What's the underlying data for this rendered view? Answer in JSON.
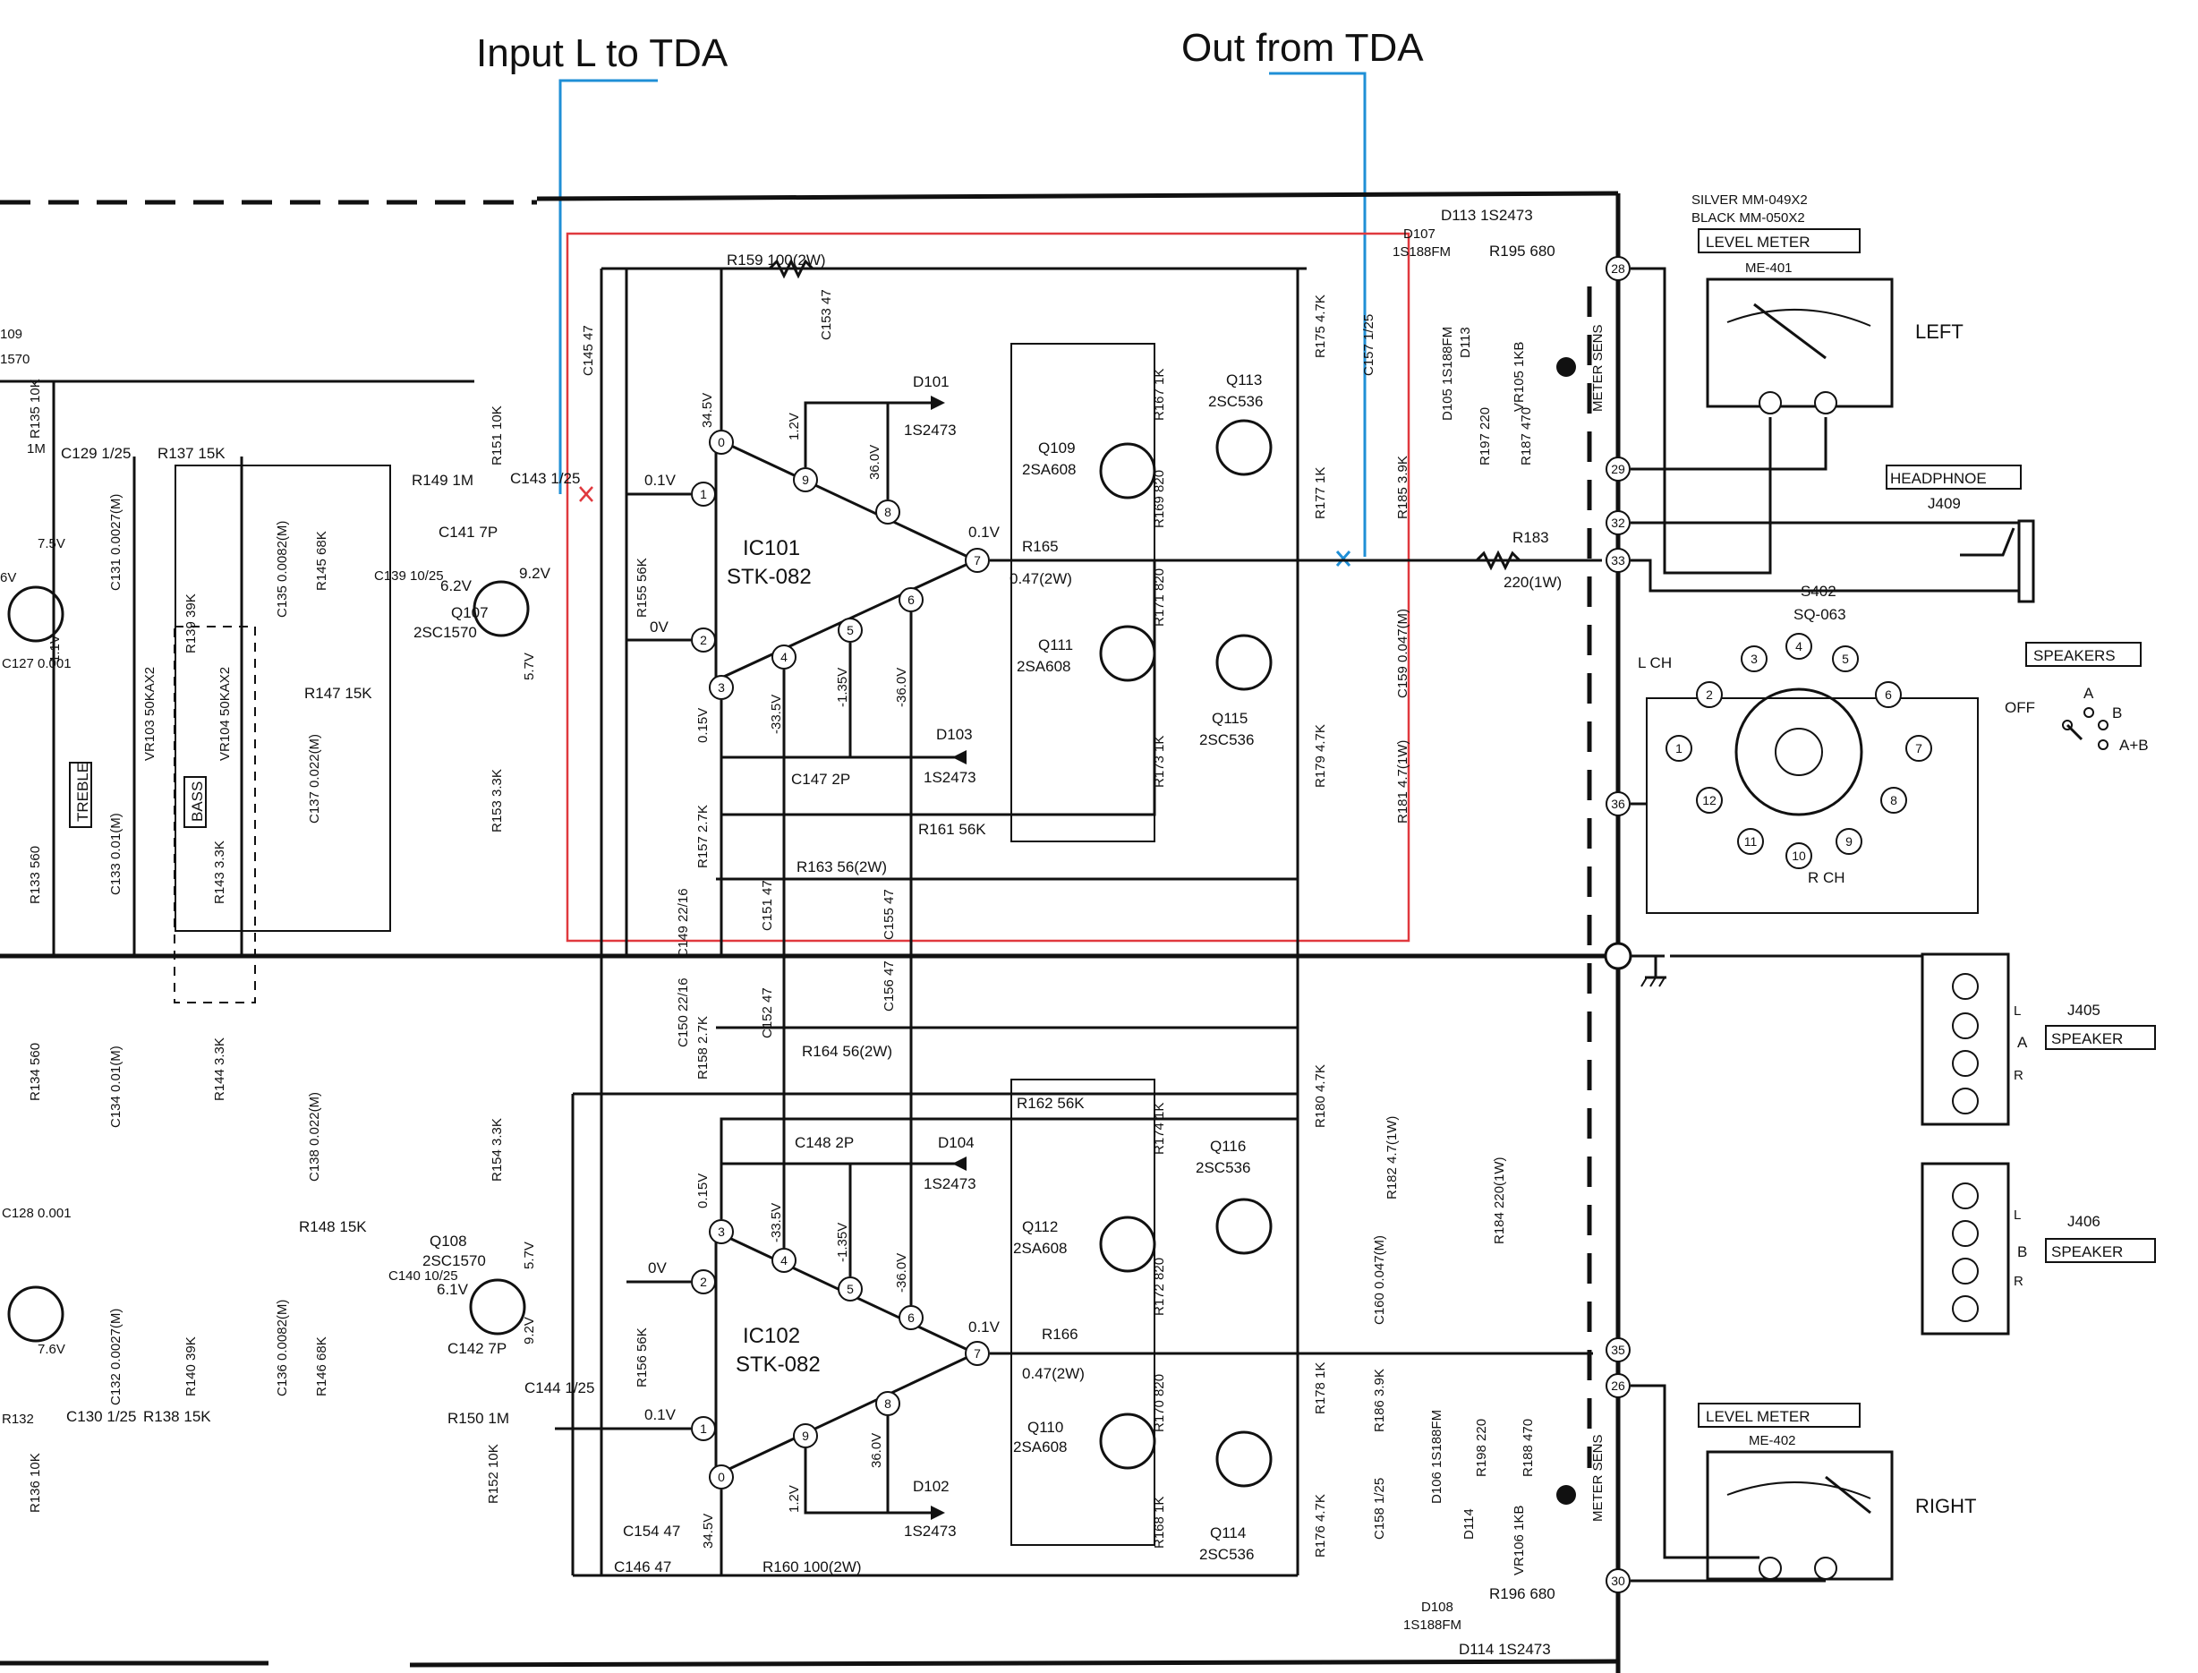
{
  "annotations": {
    "input_label": "Input L to TDA",
    "output_label": "Out from TDA"
  },
  "ic_upper": {
    "ref": "IC101",
    "part": "STK-082",
    "pin_volts": [
      "0.1V",
      "0V",
      "0.15V",
      "34.5V",
      "1.2V",
      "36.0V",
      "-1.35V",
      "-36.0V",
      "-33.5V",
      "0.1V"
    ]
  },
  "ic_lower": {
    "ref": "IC102",
    "part": "STK-082",
    "pin_volts": [
      "0V",
      "0.1V",
      "0.15V",
      "34.5V",
      "1.2V",
      "36.0V",
      "-1.35V",
      "-36.0V",
      "-33.5V",
      "0.1V"
    ]
  },
  "upper_parts": {
    "r159": "R159 100(2W)",
    "c145": "C145 47",
    "c153": "C153 47",
    "d101": "D101",
    "d101_type": "1S2473",
    "r149": "R149 1M",
    "r151": "R151 10K",
    "c143": "C143 1/25",
    "c141": "C141 7P",
    "c139": "C139 10/25",
    "q107": "Q107",
    "q107_type": "2SC1570",
    "v62": "6.2V",
    "v92": "9.2V",
    "v57": "5.7V",
    "r155": "R155 56K",
    "r153": "R153 3.3K",
    "r147": "R147 15K",
    "r157": "R157 2.7K",
    "c147": "C147 2P",
    "d103": "D103",
    "d103_type": "1S2473",
    "r161": "R161 56K",
    "r163": "R163 56(2W)",
    "c149": "C149 22/16",
    "c151": "C151 47",
    "c155": "C155 47",
    "q109": "Q109",
    "q109_type": "2SA608",
    "q111": "Q111",
    "q111_type": "2SA608",
    "q113": "Q113",
    "q113_type": "2SC536",
    "q115": "Q115",
    "q115_type": "2SC536",
    "r165": "R165",
    "r165_val": "0.47(2W)",
    "r167": "R167 1K",
    "r169": "R169 820",
    "r171": "R171 820",
    "r173": "R173 1K",
    "r175": "R175 4.7K",
    "r177": "R177 1K",
    "r179": "R179 4.7K",
    "c157": "C157 1/25",
    "r185": "R185 3.9K",
    "c159": "C159 0.047(M)",
    "r181": "R181 4.7(1W)",
    "r183": "R183",
    "r183_val": "220(1W)",
    "d107": "D107",
    "d107_type": "1S188FM",
    "d113": "D113 1S2473",
    "r195": "R195 680",
    "vr105": "VR105 1KB",
    "r197": "R197 220",
    "r187": "R187 470",
    "meter_sens": "METER SENS",
    "d105": "D105 1S188FM",
    "d113b": "D113"
  },
  "lower_parts": {
    "r160": "R160 100(2W)",
    "c154": "C154 47",
    "c146": "C146 47",
    "d102": "D102",
    "d102_type": "1S2473",
    "r150": "R150 1M",
    "r152": "R152 10K",
    "c144": "C144 1/25",
    "c142": "C142 7P",
    "c140": "C140 10/25",
    "q108": "Q108",
    "q108_type": "2SC1570",
    "v61": "6.1V",
    "v92": "9.2V",
    "v57": "5.7V",
    "r156": "R156 56K",
    "r154": "R154 3.3K",
    "r148": "R148 15K",
    "r158": "R158 2.7K",
    "c148": "C148 2P",
    "d104": "D104",
    "d104_type": "1S2473",
    "r162": "R162 56K",
    "r164": "R164 56(2W)",
    "c150": "C150 22/16",
    "c152": "C152 47",
    "c156": "C156 47",
    "q110": "Q110",
    "q110_type": "2SA608",
    "q112": "Q112",
    "q112_type": "2SA608",
    "q114": "Q114",
    "q114_type": "2SC536",
    "q116": "Q116",
    "q116_type": "2SC536",
    "r166": "R166",
    "r166_val": "0.47(2W)",
    "r168": "R168 1K",
    "r170": "R170 820",
    "r172": "R172 820",
    "r174": "R174 1K",
    "r176": "R176 4.7K",
    "r178": "R178 1K",
    "r180": "R180 4.7K",
    "c158": "C158 1/25",
    "r186": "R186 3.9K",
    "c160": "C160 0.047(M)",
    "r182": "R182 4.7(1W)",
    "r184": "R184 220(1W)",
    "d108": "D108",
    "d108_type": "1S188FM",
    "d114": "D114 1S2473",
    "r196": "R196 680",
    "vr106": "VR106 1KB",
    "r198": "R198 220",
    "r188": "R188 470",
    "meter_sens": "METER SENS",
    "d106": "D106 1S188FM",
    "d114b": "D114"
  },
  "tone": {
    "treble": "TREBLE",
    "bass": "BASS",
    "vr103": "VR103 50KAX2",
    "vr104": "VR104 50KAX2",
    "r139": "R139 39K",
    "r140": "R140 39K",
    "r137": "R137 15K",
    "r138": "R138 15K",
    "c129": "C129 1/25",
    "c130": "C130 1/25",
    "c131": "C131 0.0027(M)",
    "c132": "C132 0.0027(M)",
    "c135": "C135 0.0082(M)",
    "c136": "C136 0.0082(M)",
    "r145": "R145 68K",
    "r146": "R146 68K",
    "c137": "C137 0.022(M)",
    "c138": "C138 0.022(M)",
    "c133": "C133 0.01(M)",
    "c134": "C134 0.01(M)",
    "r143": "R143 3.3K",
    "r144": "R144 3.3K",
    "r133": "R133 560",
    "r134": "R134 560",
    "r135": "R135 10K",
    "r136": "R136 10K",
    "c127": "C127 0.001",
    "c128": "C128 0.001",
    "r132": "R132",
    "v75": "7.5V",
    "v11": "1.1V",
    "v76": "7.6V",
    "v6": "6V",
    "d109": "109",
    "d109b": "1570",
    "im": "1M"
  },
  "right_section": {
    "meter_models_silver": "SILVER MM-049X2",
    "meter_models_black": "BLACK MM-050X2",
    "level_meter": "LEVEL METER",
    "me401": "ME-401",
    "me402": "ME-402",
    "left": "LEFT",
    "right": "RIGHT",
    "headphone_box": "HEADPHNOE",
    "j409": "J409",
    "s402": "S402",
    "sq063": "SQ-063",
    "lch": "L CH",
    "rch": "R CH",
    "speakers_box": "SPEAKERS",
    "off": "OFF",
    "sel_a": "A",
    "sel_b": "B",
    "sel_ab": "A+B",
    "j405": "J405",
    "j406": "J406",
    "speaker": "SPEAKER",
    "jack_a": "A",
    "jack_b": "B",
    "L": "L",
    "R": "R",
    "terminals": [
      "28",
      "29",
      "32",
      "33",
      "36",
      "35",
      "26",
      "30"
    ],
    "switch_pins": [
      "1",
      "2",
      "3",
      "4",
      "5",
      "6",
      "7",
      "8",
      "9",
      "10",
      "11",
      "12"
    ]
  }
}
